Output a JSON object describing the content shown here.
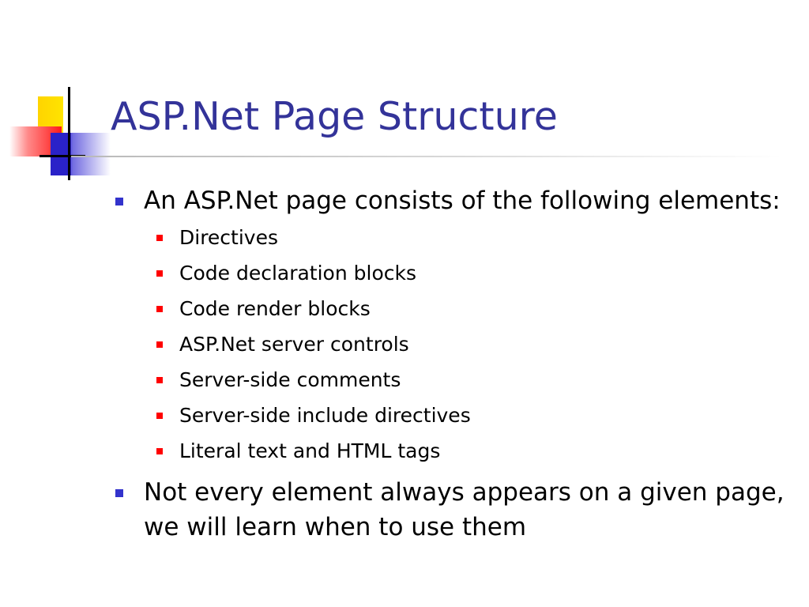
{
  "slide": {
    "title": "ASP.Net Page Structure",
    "bullets": [
      {
        "text": "An ASP.Net page consists of the following elements:",
        "subitems": [
          "Directives",
          "Code declaration blocks",
          "Code render blocks",
          "ASP.Net server controls",
          "Server-side comments",
          "Server-side include directives",
          "Literal text and HTML tags"
        ]
      },
      {
        "text": "Not every element always appears on a given page, we will learn when to use them",
        "subitems": []
      }
    ]
  },
  "colors": {
    "title": "#333399",
    "level1_bullet": "#3333cc",
    "level2_bullet": "#ff0000",
    "logo_yellow": "#ffd400",
    "logo_red": "#ff1a1a",
    "logo_blue": "#2a22c8"
  }
}
